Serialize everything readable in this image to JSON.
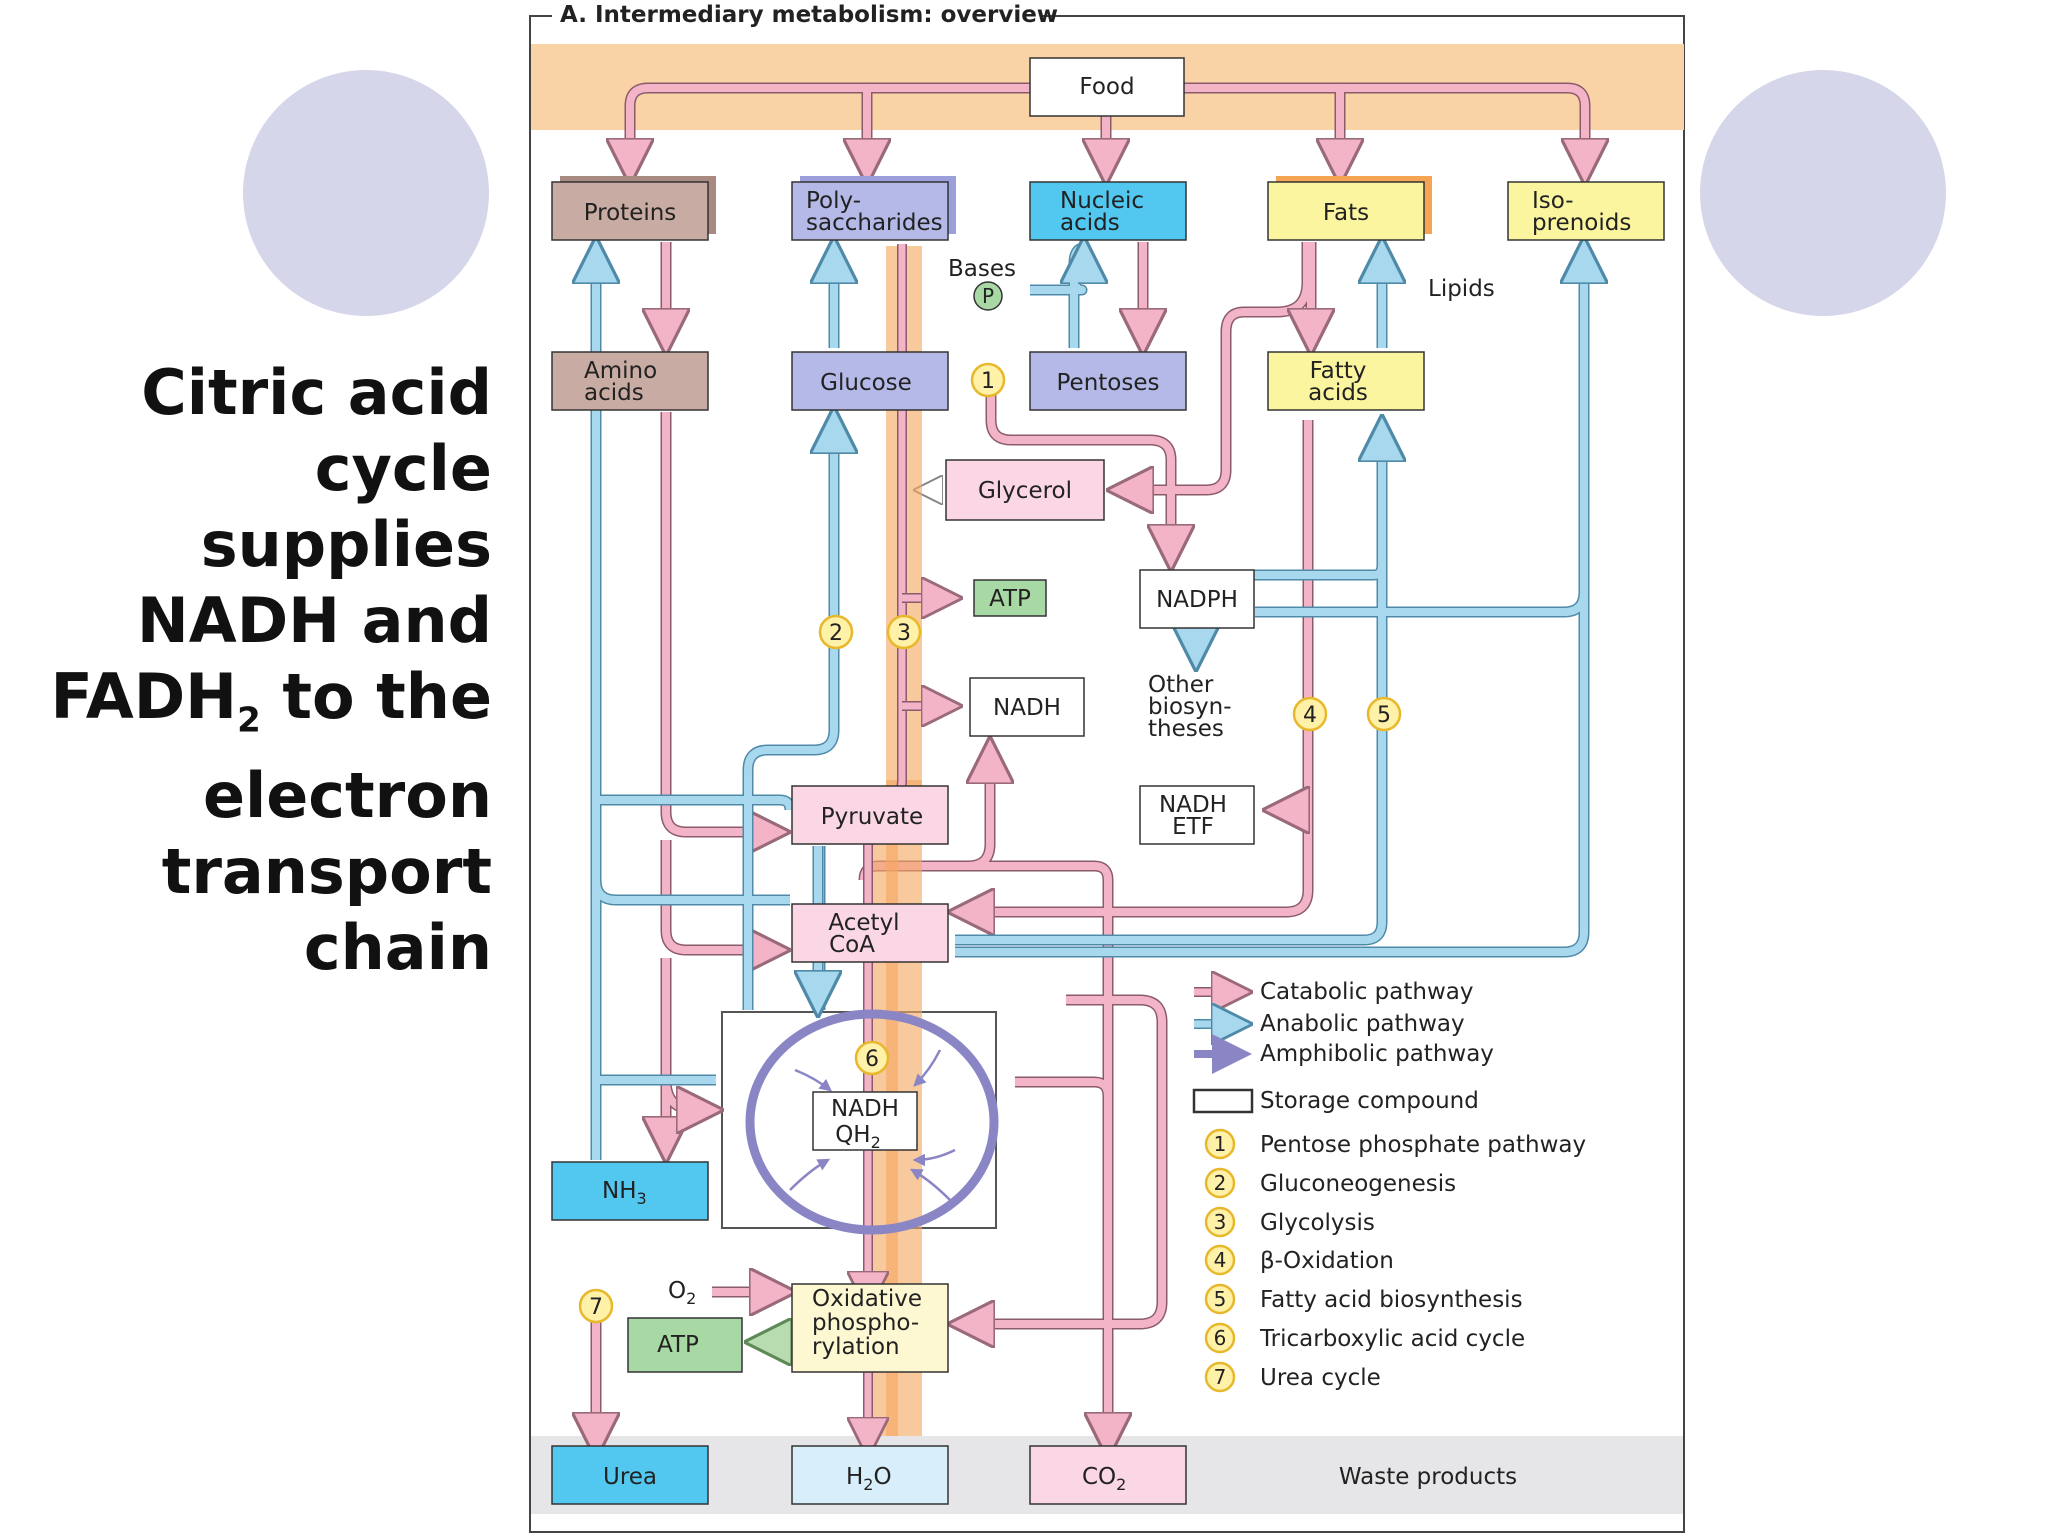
{
  "slide": {
    "title_lines": [
      "Citric acid",
      "cycle supplies",
      "NADH and",
      "to the",
      "electron",
      "transport",
      "chain"
    ],
    "fadh2": {
      "base": "FADH",
      "sub": "2"
    }
  },
  "figure": {
    "header": "A. Intermediary metabolism: overview",
    "nodes": {
      "food": "Food",
      "proteins": "Proteins",
      "poly_1": "Poly-",
      "poly_2": "saccharides",
      "nucleic_1": "Nucleic",
      "nucleic_2": "acids",
      "fats": "Fats",
      "iso_1": "Iso-",
      "iso_2": "prenoids",
      "bases": "Bases",
      "phosphate": "P",
      "lipids": "Lipids",
      "amino_1": "Amino",
      "amino_2": "acids",
      "glucose": "Glucose",
      "pentoses": "Pentoses",
      "fatty_1": "Fatty",
      "fatty_2": "acids",
      "glycerol": "Glycerol",
      "atp": "ATP",
      "nadph": "NADPH",
      "nadh": "NADH",
      "other_1": "Other",
      "other_2": "biosyn-",
      "other_3": "theses",
      "pyruvate": "Pyruvate",
      "nadh_etf_1": "NADH",
      "nadh_etf_2": "ETF",
      "acetyl_1": "Acetyl",
      "acetyl_2": "CoA",
      "cycle_nadh": "NADH",
      "cycle_qh2": "QH",
      "cycle_qh2_sub": "2",
      "nh3": "NH",
      "nh3_sub": "3",
      "o2": "O",
      "o2_sub": "2",
      "atp2": "ATP",
      "oxphos_1": "Oxidative",
      "oxphos_2": "phospho-",
      "oxphos_3": "rylation",
      "urea": "Urea",
      "h2o_a": "H",
      "h2o_sub": "2",
      "h2o_b": "O",
      "co2": "CO",
      "co2_sub": "2",
      "waste": "Waste products"
    },
    "markers": [
      "1",
      "2",
      "3",
      "4",
      "5",
      "6",
      "7"
    ],
    "legend": {
      "catabolic": "Catabolic pathway",
      "anabolic": "Anabolic pathway",
      "amphibolic": "Amphibolic pathway",
      "storage": "Storage compound",
      "items": [
        {
          "num": "1",
          "label": "Pentose phosphate pathway"
        },
        {
          "num": "2",
          "label": "Gluconeogenesis"
        },
        {
          "num": "3",
          "label": "Glycolysis"
        },
        {
          "num": "4",
          "label": "β-Oxidation"
        },
        {
          "num": "5",
          "label": "Fatty acid biosynthesis"
        },
        {
          "num": "6",
          "label": "Tricarboxylic acid cycle"
        },
        {
          "num": "7",
          "label": "Urea cycle"
        }
      ]
    },
    "colors": {
      "catabolic": "#f4b4c8",
      "anabolic": "#a7d8ee",
      "amphibolic": "#8a86c6",
      "food_band": "#f9d2a6",
      "waste_band": "#e6e6e8",
      "highlight": "#f5a862",
      "marker_fill": "#fff2a8",
      "marker_stroke": "#e8b82c"
    }
  }
}
